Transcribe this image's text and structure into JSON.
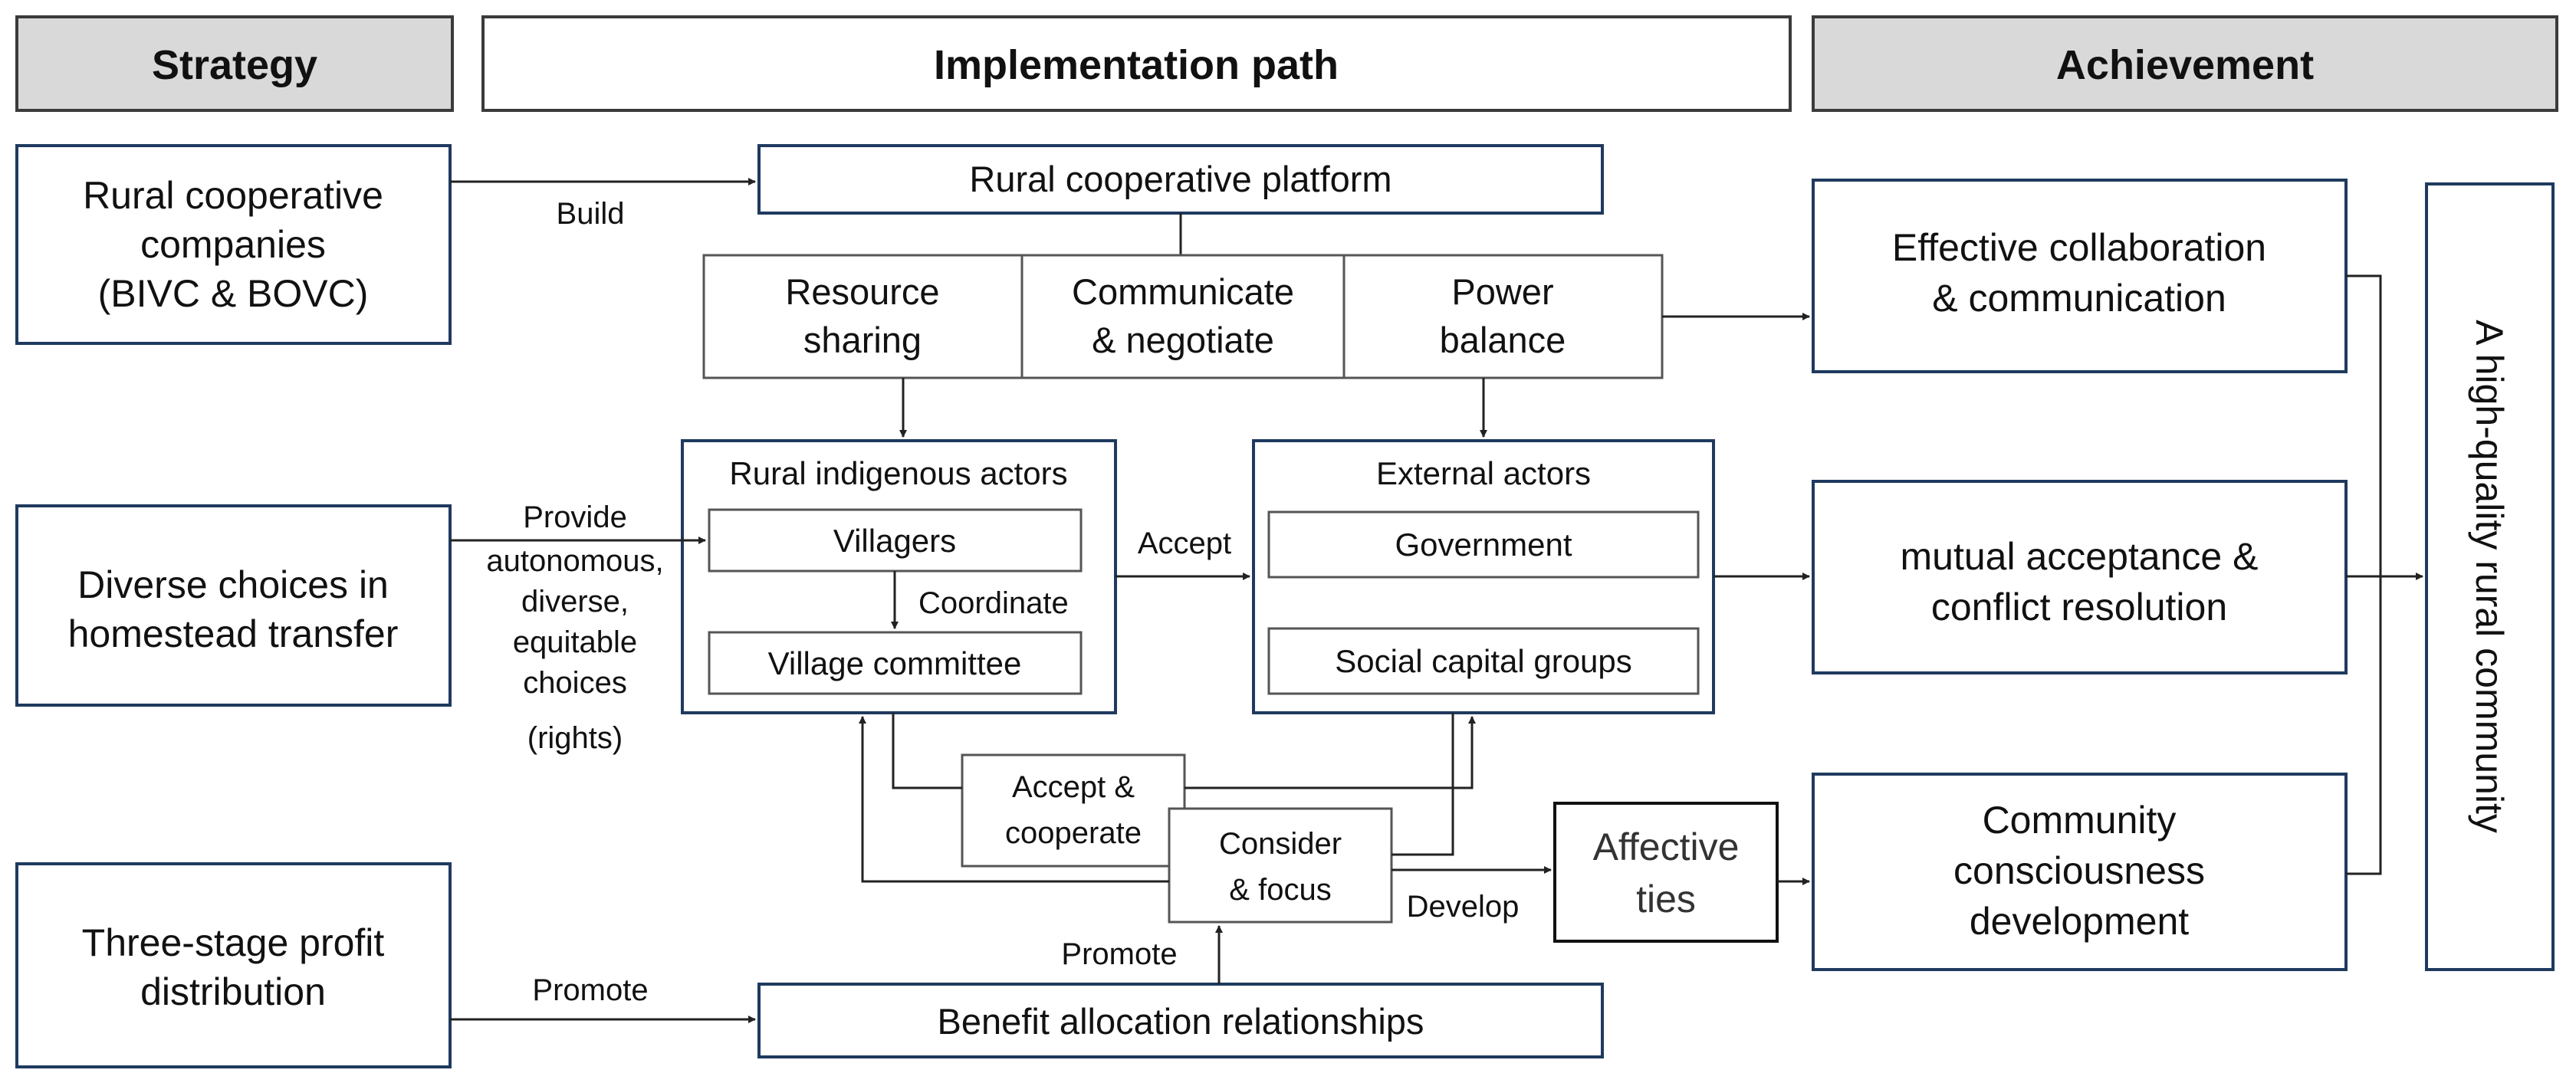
{
  "headers": {
    "strategy": "Strategy",
    "implementation": "Implementation path",
    "achievement": "Achievement"
  },
  "strategy": {
    "companies": [
      "Rural cooperative",
      "companies",
      "(BIVC & BOVC)"
    ],
    "choices": [
      "Diverse choices in",
      "homestead transfer"
    ],
    "profit": [
      "Three-stage profit",
      "distribution"
    ]
  },
  "implementation": {
    "platform": "Rural cooperative platform",
    "resource": [
      "Resource",
      "sharing"
    ],
    "communicate": [
      "Communicate",
      "& negotiate"
    ],
    "power": [
      "Power",
      "balance"
    ],
    "indigenous_title": "Rural indigenous actors",
    "villagers": "Villagers",
    "committee": "Village committee",
    "external_title": "External actors",
    "government": "Government",
    "social": "Social capital groups",
    "accept_coop": [
      "Accept &",
      "cooperate"
    ],
    "consider": [
      "Consider",
      "& focus"
    ],
    "affective": [
      "Affective",
      "ties"
    ],
    "benefit": "Benefit allocation relationships"
  },
  "labels": {
    "build": "Build",
    "provide": [
      "Provide",
      "autonomous,",
      "diverse,",
      "equitable",
      "choices",
      "(rights)"
    ],
    "accept": "Accept",
    "coordinate": "Coordinate",
    "develop": "Develop",
    "promote_left": "Promote",
    "promote_up": "Promote"
  },
  "achievement": {
    "collab": [
      "Effective collaboration",
      "& communication"
    ],
    "mutual": [
      "mutual acceptance &",
      "conflict resolution"
    ],
    "community": [
      "Community",
      "consciousness",
      "development"
    ],
    "final": "A high-quality rural community"
  },
  "colors": {
    "box_border": "#1f3a5f",
    "header_fill": "#d9d9d9",
    "line": "#222222"
  }
}
